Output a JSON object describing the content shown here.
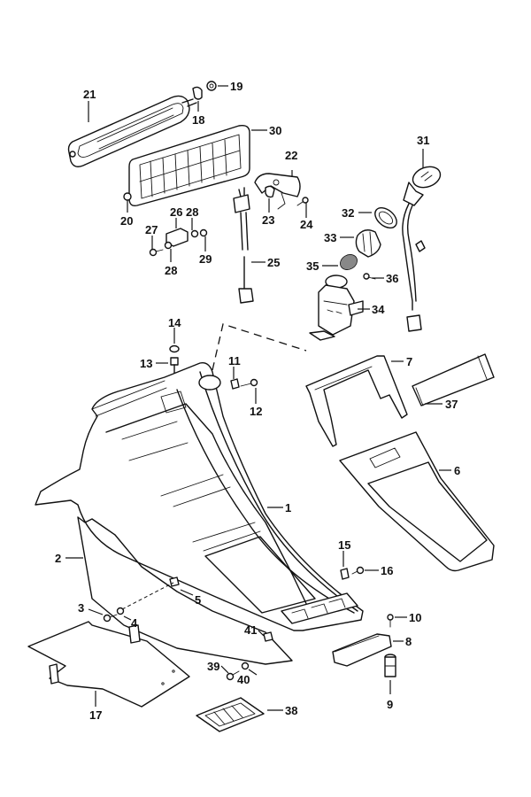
{
  "diagram": {
    "type": "exploded-parts-diagram",
    "subject": "center console assembly",
    "background": "#ffffff",
    "line_color": "#111111",
    "callouts": [
      {
        "id": "1",
        "text": "1",
        "part": "center-console"
      },
      {
        "id": "2",
        "text": "2",
        "part": "side-panel"
      },
      {
        "id": "3",
        "text": "3",
        "part": "screw"
      },
      {
        "id": "4",
        "text": "4",
        "part": "washer"
      },
      {
        "id": "5",
        "text": "5",
        "part": "clip-nut"
      },
      {
        "id": "6",
        "text": "6",
        "part": "shift-trim-panel"
      },
      {
        "id": "7",
        "text": "7",
        "part": "trim-frame"
      },
      {
        "id": "8",
        "text": "8",
        "part": "ashtray"
      },
      {
        "id": "9",
        "text": "9",
        "part": "lighter"
      },
      {
        "id": "10",
        "text": "10",
        "part": "screw"
      },
      {
        "id": "11",
        "text": "11",
        "part": "clip-nut"
      },
      {
        "id": "12",
        "text": "12",
        "part": "screw"
      },
      {
        "id": "13",
        "text": "13",
        "part": "bolt"
      },
      {
        "id": "14",
        "text": "14",
        "part": "nut"
      },
      {
        "id": "15",
        "text": "15",
        "part": "clip-nut"
      },
      {
        "id": "16",
        "text": "16",
        "part": "screw"
      },
      {
        "id": "17",
        "text": "17",
        "part": "bracket-plate"
      },
      {
        "id": "18",
        "text": "18",
        "part": "knob"
      },
      {
        "id": "19",
        "text": "19",
        "part": "bushing"
      },
      {
        "id": "20",
        "text": "20",
        "part": "screw"
      },
      {
        "id": "21",
        "text": "21",
        "part": "vent-frame"
      },
      {
        "id": "22",
        "text": "22",
        "part": "bracket"
      },
      {
        "id": "23",
        "text": "23",
        "part": "lamp-holder"
      },
      {
        "id": "24",
        "text": "24",
        "part": "screw"
      },
      {
        "id": "25",
        "text": "25",
        "part": "wiring-harness"
      },
      {
        "id": "26",
        "text": "26",
        "part": "bracket"
      },
      {
        "id": "27",
        "text": "27",
        "part": "screw"
      },
      {
        "id": "28",
        "text": "28",
        "part": "washer"
      },
      {
        "id": "28b",
        "text": "28",
        "part": "washer"
      },
      {
        "id": "29",
        "text": "29",
        "part": "nut"
      },
      {
        "id": "30",
        "text": "30",
        "part": "air-vent"
      },
      {
        "id": "31",
        "text": "31",
        "part": "socket"
      },
      {
        "id": "32",
        "text": "32",
        "part": "ring"
      },
      {
        "id": "33",
        "text": "33",
        "part": "knob"
      },
      {
        "id": "34",
        "text": "34",
        "part": "switch"
      },
      {
        "id": "35",
        "text": "35",
        "part": "bulb-cover"
      },
      {
        "id": "36",
        "text": "36",
        "part": "screw"
      },
      {
        "id": "37",
        "text": "37",
        "part": "trim-strip"
      },
      {
        "id": "38",
        "text": "38",
        "part": "rear-vent"
      },
      {
        "id": "39",
        "text": "39",
        "part": "screw"
      },
      {
        "id": "40",
        "text": "40",
        "part": "washer"
      },
      {
        "id": "41",
        "text": "41",
        "part": "clip-nut"
      }
    ]
  }
}
